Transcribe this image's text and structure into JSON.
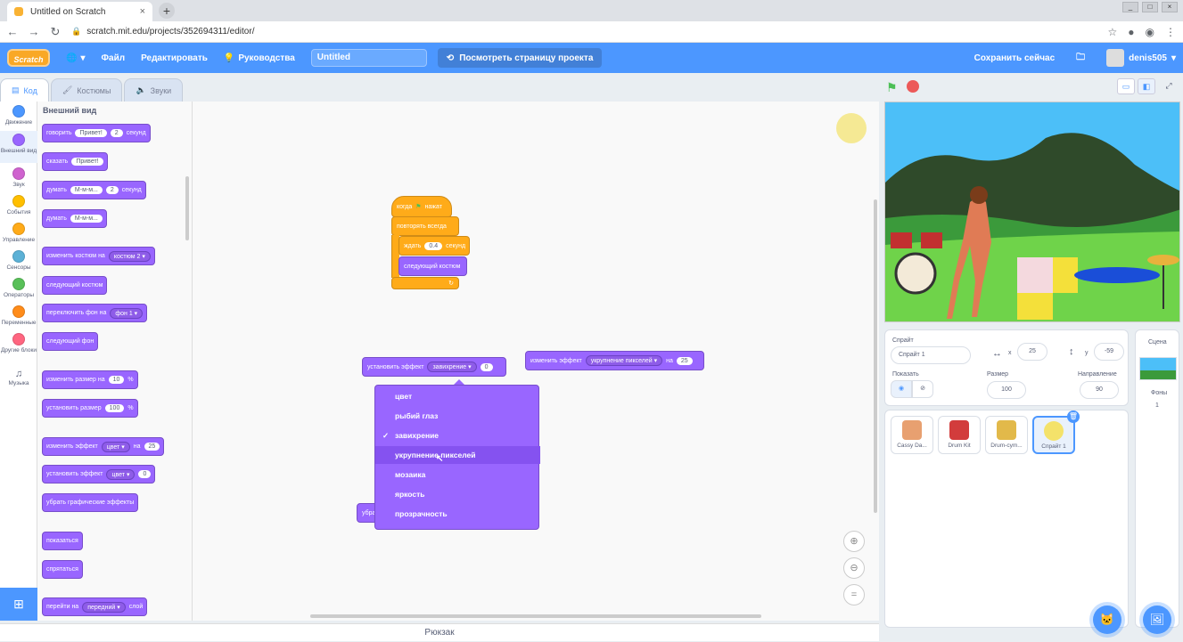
{
  "browser": {
    "tab_title": "Untitled on Scratch",
    "tab_close": "×",
    "new_tab": "+",
    "url": "scratch.mit.edu/projects/352694311/editor/"
  },
  "menubar": {
    "logo": "Scratch",
    "file": "Файл",
    "edit": "Редактировать",
    "tutorials": "Руководства",
    "project_title": "Untitled",
    "see_project": "Посмотреть страницу проекта",
    "save_now": "Сохранить сейчас",
    "username": "denis505"
  },
  "tabs": {
    "code": "Код",
    "costumes": "Костюмы",
    "sounds": "Звуки"
  },
  "categories": [
    {
      "label": "Движение",
      "color": "#4c97ff"
    },
    {
      "label": "Внешний вид",
      "color": "#9966ff"
    },
    {
      "label": "Звук",
      "color": "#cf63cf"
    },
    {
      "label": "События",
      "color": "#ffbf00"
    },
    {
      "label": "Управление",
      "color": "#ffab19"
    },
    {
      "label": "Сенсоры",
      "color": "#5cb1d6"
    },
    {
      "label": "Операторы",
      "color": "#59c059"
    },
    {
      "label": "Переменные",
      "color": "#ff8c1a"
    },
    {
      "label": "Другие блоки",
      "color": "#ff6680"
    },
    {
      "label": "Музыка",
      "color": "#0fbd8c"
    }
  ],
  "palette": {
    "heading": "Внешний вид",
    "say_secs": {
      "word": "говорить",
      "msg": "Привет!",
      "secs": "2",
      "unit": "секунд"
    },
    "say": {
      "word": "сказать",
      "msg": "Привет!"
    },
    "think_secs": {
      "word": "думать",
      "msg": "М-м-м...",
      "secs": "2",
      "unit": "секунд"
    },
    "think": {
      "word": "думать",
      "msg": "М-м-м..."
    },
    "switch_costume": {
      "word": "изменить костюм на",
      "value": "костюм 2"
    },
    "next_costume": "следующий костюм",
    "switch_backdrop": {
      "word": "переключить фон на",
      "value": "фон 1"
    },
    "next_backdrop": "следующий фон",
    "change_size": {
      "word": "изменить размер на",
      "value": "10",
      "unit": "%"
    },
    "set_size": {
      "word": "установить размер",
      "value": "100",
      "unit": "%"
    },
    "change_effect": {
      "word": "изменить эффект",
      "effect": "цвет",
      "on": "на",
      "value": "25"
    },
    "set_effect": {
      "word": "установить эффект",
      "effect": "цвет",
      "value": "0"
    },
    "clear_effects": "убрать графические эффекты",
    "show": "показаться",
    "hide": "спрятаться",
    "go_layer": {
      "word": "перейти на",
      "value": "передний",
      "unit": "слой"
    }
  },
  "workspace": {
    "hat": {
      "word": "когда",
      "clicked": "нажат"
    },
    "forever": "повторять всегда",
    "wait": {
      "word": "ждать",
      "value": "0.4",
      "unit": "секунд"
    },
    "next_costume": "следующий костюм",
    "set_effect": {
      "word": "установить эффект",
      "effect": "завихрение",
      "value": "0"
    },
    "change_effect": {
      "word": "изменить эффект",
      "effect": "укрупнение пикселей",
      "on": "на",
      "value": "25"
    },
    "partial_block": "убра"
  },
  "dropdown": {
    "options": [
      "цвет",
      "рыбий глаз",
      "завихрение",
      "укрупнение пикселей",
      "мозаика",
      "яркость",
      "прозрачность"
    ],
    "checked": "завихрение",
    "highlighted": "укрупнение пикселей",
    "check_mark": "✓"
  },
  "backpack": "Рюкзак",
  "sprite_info": {
    "sprite_label": "Спрайт",
    "sprite_name": "Спрайт 1",
    "x_label": "x",
    "x_value": "25",
    "y_label": "y",
    "y_value": "-59",
    "show_label": "Показать",
    "size_label": "Размер",
    "size_value": "100",
    "direction_label": "Направление",
    "direction_value": "90"
  },
  "sprites": [
    {
      "name": "Cassy Da...",
      "color": "#e8a070"
    },
    {
      "name": "Drum Kit",
      "color": "#d23c3c"
    },
    {
      "name": "Drum-cym...",
      "color": "#e2b94a"
    },
    {
      "name": "Спрайт 1",
      "color": "#f4e26a"
    }
  ],
  "stage_pane": {
    "label": "Сцена",
    "backdrops_label": "Фоны",
    "backdrops_count": "1"
  }
}
